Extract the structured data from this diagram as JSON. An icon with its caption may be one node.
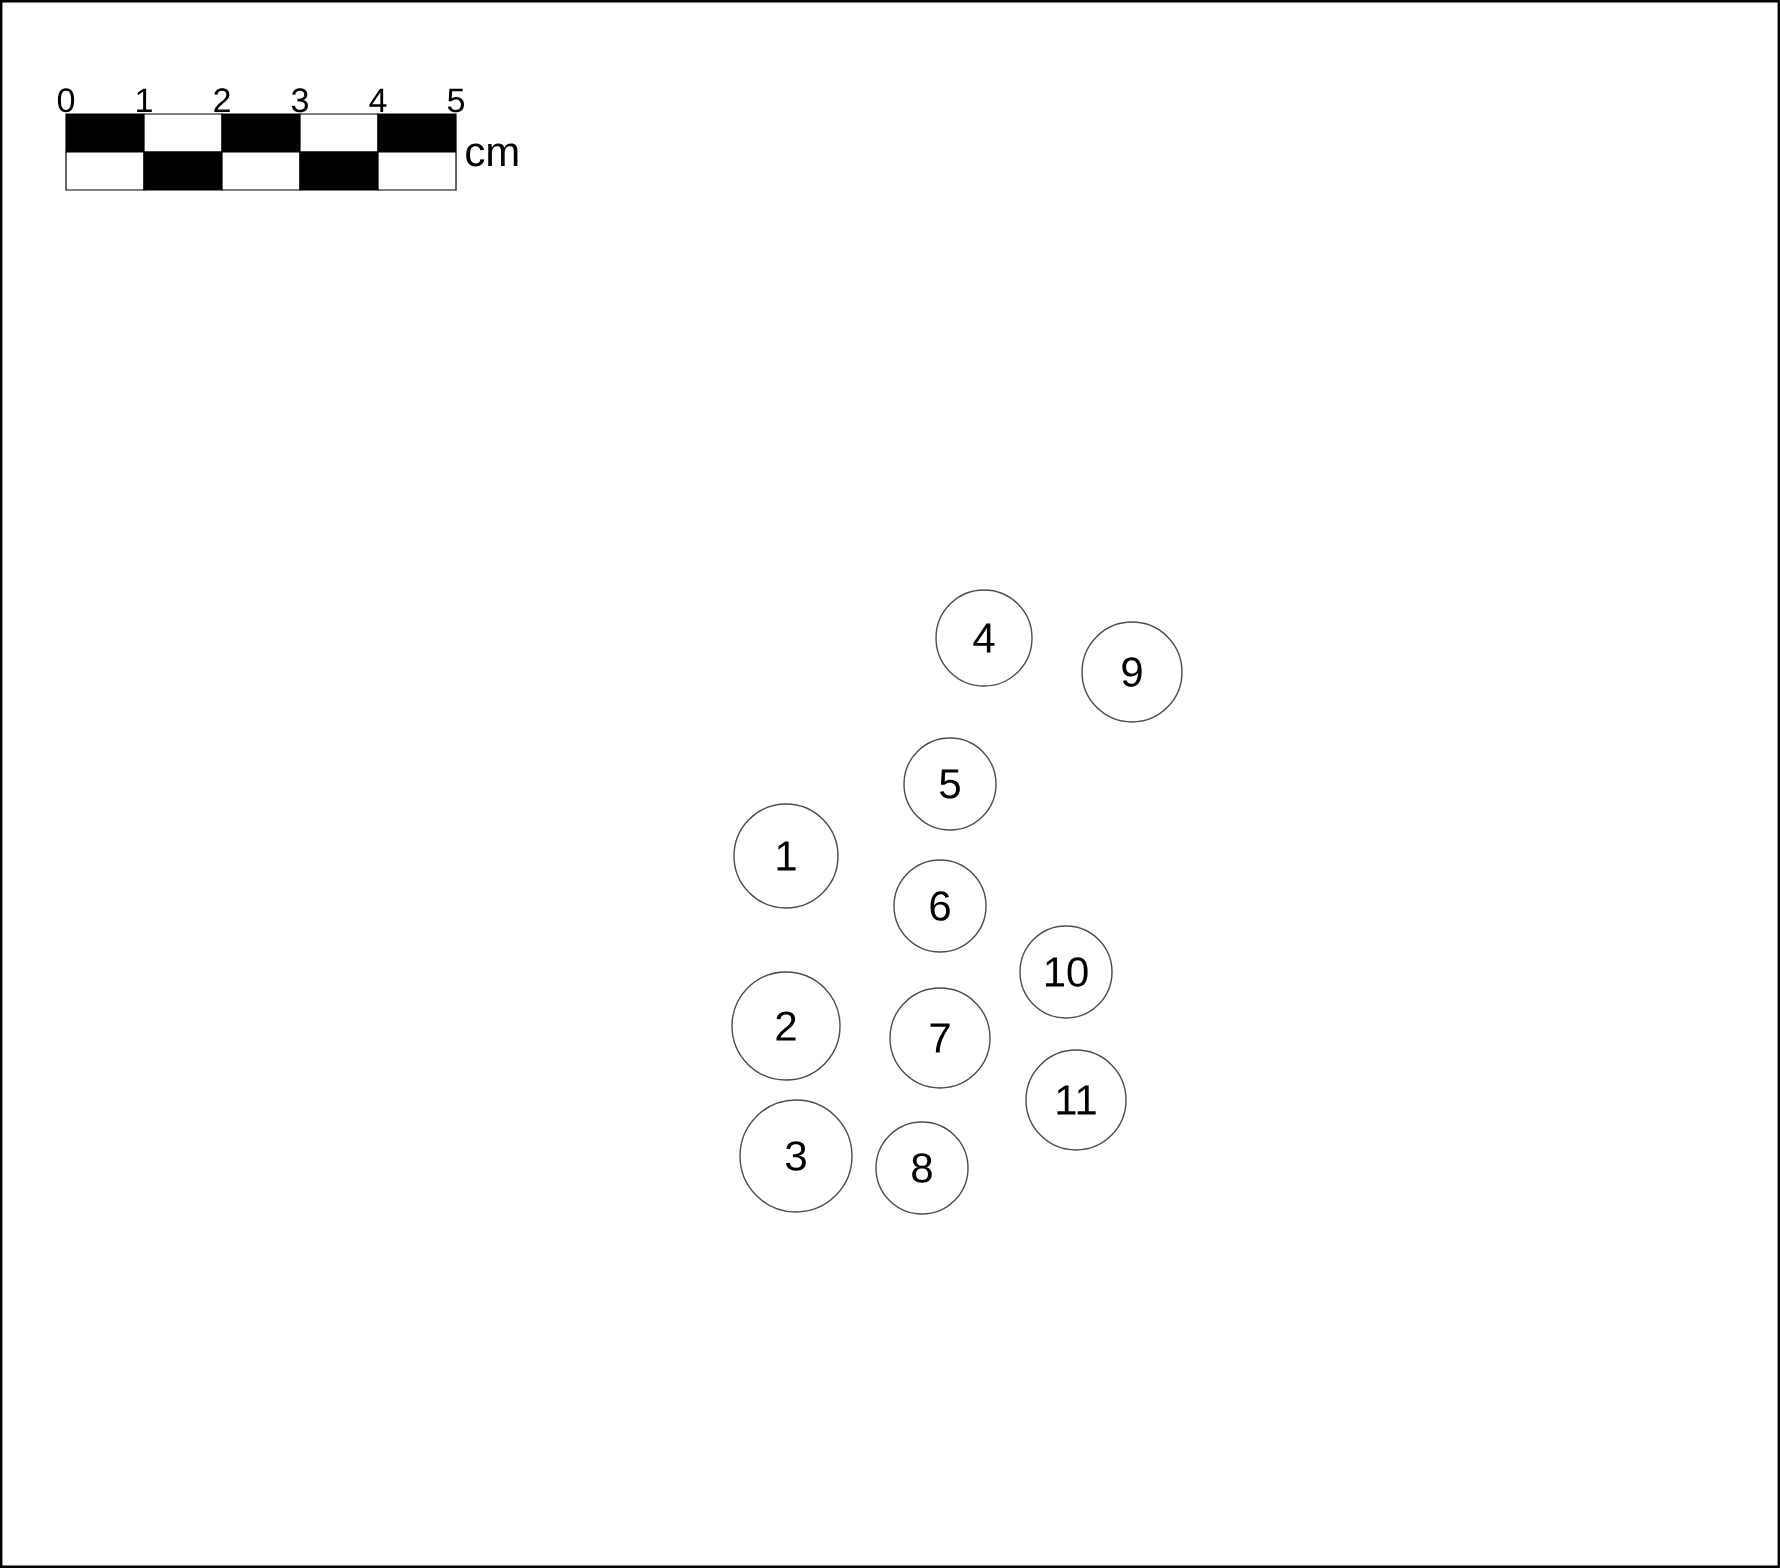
{
  "diagram": {
    "nodes": [
      {
        "text": [
          "1"
        ]
      },
      {
        "text": [
          "2"
        ]
      },
      {
        "text": [
          "3"
        ]
      },
      {
        "text": [
          "4"
        ]
      },
      {
        "text": [
          "5"
        ]
      },
      {
        "text": [
          "6"
        ]
      },
      {
        "text": [
          "7"
        ]
      },
      {
        "text": [
          "8"
        ]
      },
      {
        "text": [
          "9"
        ]
      },
      {
        "text": [
          "10"
        ]
      },
      {
        "text": [
          "11"
        ]
      }
    ],
    "labels": [
      "0",
      "1",
      "2",
      "3",
      "4",
      "5",
      "cm"
    ]
  }
}
